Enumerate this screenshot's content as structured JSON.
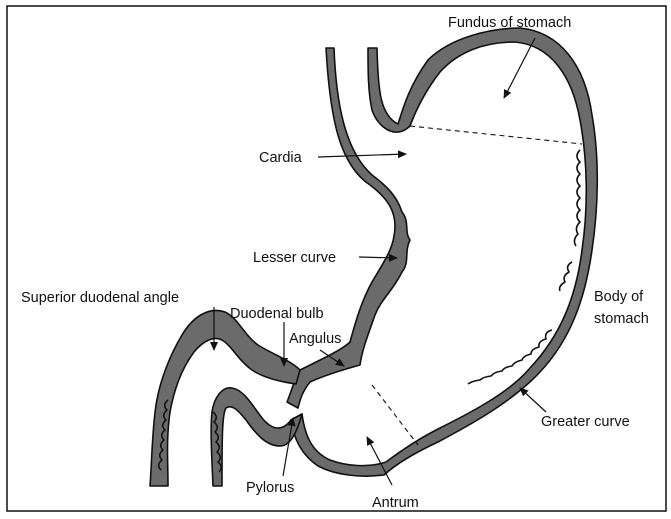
{
  "labels": {
    "fundus": "Fundus of stomach",
    "cardia": "Cardia",
    "lesser_curve": "Lesser curve",
    "superior_duodenal_angle": "Superior duodenal angle",
    "duodenal_bulb": "Duodenal bulb",
    "angulus": "Angulus",
    "body_line1": "Body of",
    "body_line2": "stomach",
    "greater_curve": "Greater curve",
    "pylorus": "Pylorus",
    "antrum": "Antrum"
  },
  "colors": {
    "wall_fill": "#6b6b6b",
    "line": "#111111",
    "background": "#ffffff"
  }
}
